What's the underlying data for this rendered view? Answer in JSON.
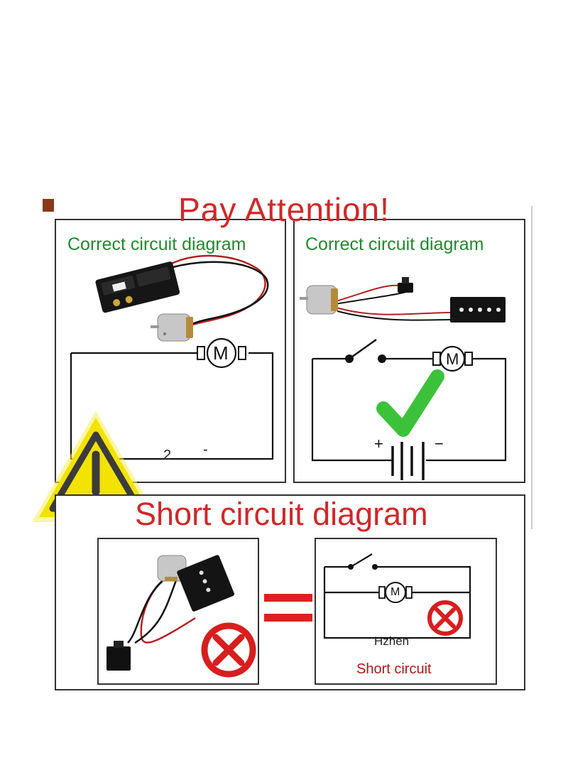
{
  "header": {
    "title": "Pay Attention!"
  },
  "top_left": {
    "label": "Correct circuit diagram",
    "motor_symbol": "M",
    "battery_plus": "2",
    "battery_minus": "-"
  },
  "top_right": {
    "label": "Correct circuit diagram",
    "motor_symbol": "M",
    "battery_plus": "+",
    "battery_minus": "−"
  },
  "bottom": {
    "title": "Short circuit diagram",
    "motor_symbol": "M",
    "watermark": "Hzhen",
    "caption": "Short circuit"
  },
  "icons": {
    "warning": "warning-triangle-icon",
    "check": "green-check-icon",
    "error": "red-x-circle-icon",
    "equals": "equals-sign"
  },
  "colors": {
    "title_red": "#d0282a",
    "label_green": "#1f8a2e",
    "check_green": "#3cc23a",
    "x_red": "#d81e1e",
    "warning_yellow": "#f2e300"
  }
}
